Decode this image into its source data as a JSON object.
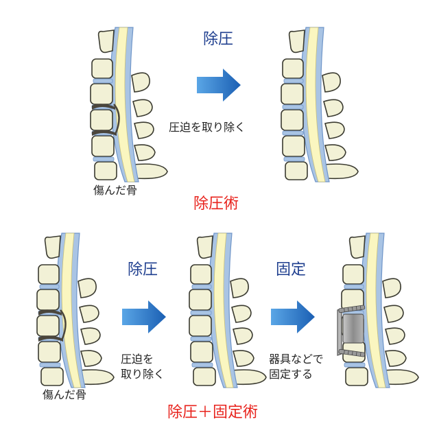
{
  "colors": {
    "bone": "#f2f1d6",
    "bone_outline": "#3a3a30",
    "spinal_cord": "#faf6c0",
    "dura": "#a9c4e4",
    "dura_dark": "#6f95c8",
    "damaged_disc": "#4b463c",
    "arrow": "#1e6fc0",
    "implant": "#9a9a9a",
    "label_blue": "#1f3f8f",
    "label_red": "#e8231d"
  },
  "top": {
    "step_label": "除圧",
    "step_caption": "圧迫を取り除く",
    "damaged_caption": "傷んだ骨",
    "procedure_title": "除圧術"
  },
  "bottom": {
    "step1_label": "除圧",
    "step1_caption_line1": "圧迫を",
    "step1_caption_line2": "取り除く",
    "step2_label": "固定",
    "step2_caption_line1": "器具などで",
    "step2_caption_line2": "固定する",
    "damaged_caption": "傷んだ骨",
    "procedure_title": "除圧＋固定術"
  }
}
